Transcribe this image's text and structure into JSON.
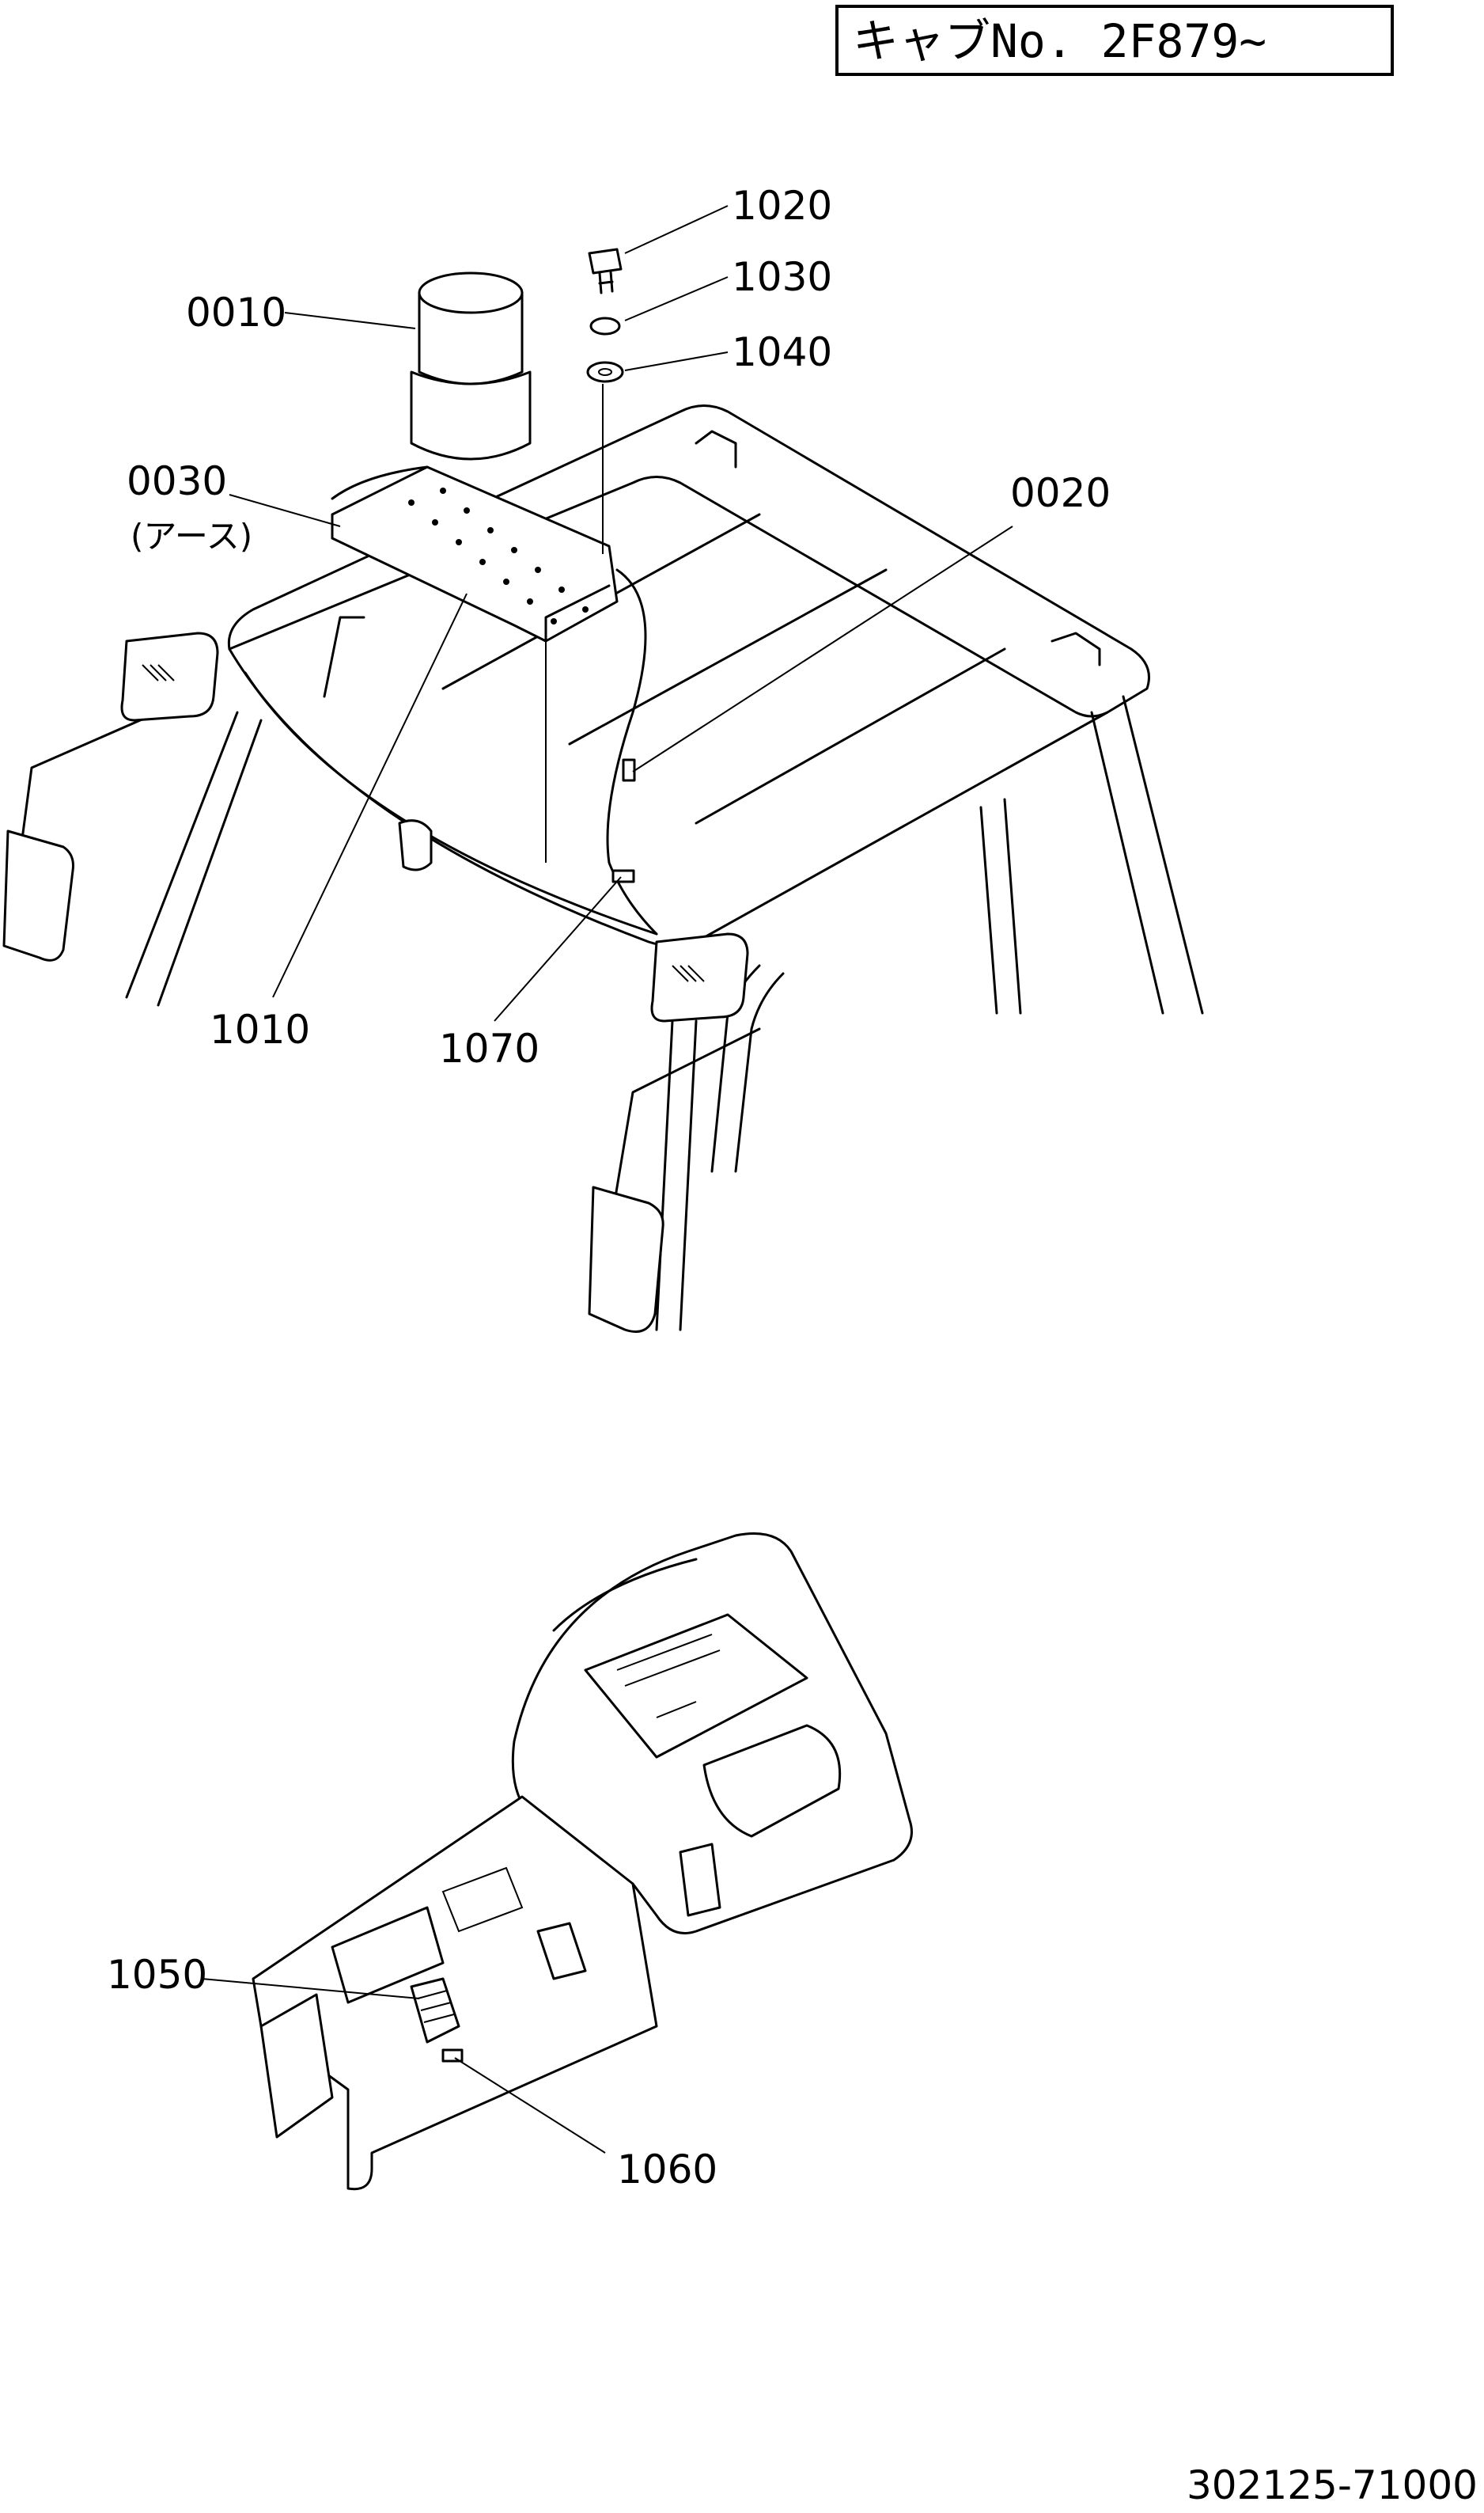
{
  "header": {
    "serial_label": "キャブNo. 2F879~"
  },
  "footer": {
    "drawing_number": "302125-71000"
  },
  "callouts": [
    {
      "id": "c0010",
      "text": "0010"
    },
    {
      "id": "c0030",
      "text": "0030"
    },
    {
      "id": "c0030sub",
      "text": "(アース)"
    },
    {
      "id": "c1020",
      "text": "1020"
    },
    {
      "id": "c1030",
      "text": "1030"
    },
    {
      "id": "c1040",
      "text": "1040"
    },
    {
      "id": "c0020",
      "text": "0020"
    },
    {
      "id": "c1010",
      "text": "1010"
    },
    {
      "id": "c1070",
      "text": "1070"
    },
    {
      "id": "c1050",
      "text": "1050"
    },
    {
      "id": "c1060",
      "text": "1060"
    }
  ]
}
